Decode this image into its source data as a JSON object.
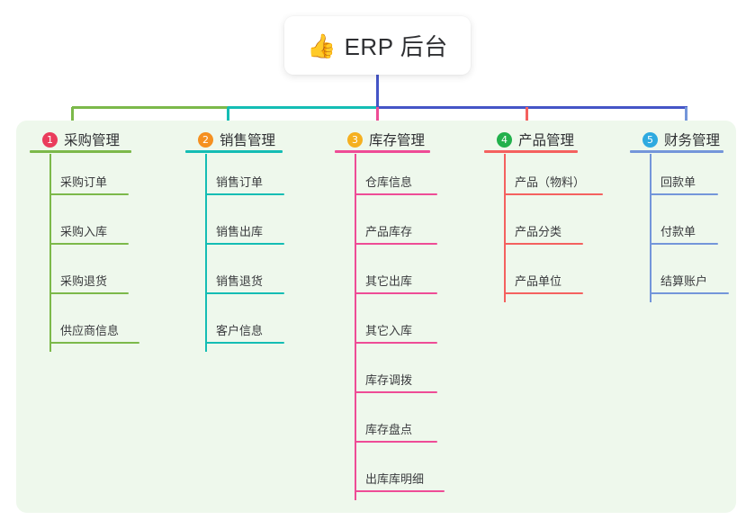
{
  "root": {
    "icon": "thumbs-up-emoji",
    "emoji": "👍",
    "label": "ERP 后台"
  },
  "theme": {
    "canvas_background": "#ffffff",
    "panel_background": "#eef8ec",
    "node_background": "#ffffff",
    "text_color": "#2f3033",
    "trunk_color": "#4455c7"
  },
  "chart_data": {
    "type": "diagram",
    "diagram_kind": "mind-map",
    "title": "ERP 后台",
    "branch_count": 5,
    "total_leaf_count": 20
  },
  "columns": [
    {
      "number": "1",
      "title": "采购管理",
      "badge_color": "#ea3c5c",
      "line_color": "#7cb94a",
      "items": [
        {
          "label": "采购订单",
          "rule_width": 88
        },
        {
          "label": "采购入库",
          "rule_width": 88
        },
        {
          "label": "采购退货",
          "rule_width": 88
        },
        {
          "label": "供应商信息",
          "rule_width": 100
        }
      ]
    },
    {
      "number": "2",
      "title": "销售管理",
      "badge_color": "#f59020",
      "line_color": "#14bdb4",
      "items": [
        {
          "label": "销售订单",
          "rule_width": 88
        },
        {
          "label": "销售出库",
          "rule_width": 88
        },
        {
          "label": "销售退货",
          "rule_width": 88
        },
        {
          "label": "客户信息",
          "rule_width": 88
        }
      ]
    },
    {
      "number": "3",
      "title": "库存管理",
      "badge_color": "#f5b020",
      "line_color": "#ee4c96",
      "items": [
        {
          "label": "仓库信息",
          "rule_width": 92
        },
        {
          "label": "产品库存",
          "rule_width": 92
        },
        {
          "label": "其它出库",
          "rule_width": 92
        },
        {
          "label": "其它入库",
          "rule_width": 92
        },
        {
          "label": "库存调拨",
          "rule_width": 92
        },
        {
          "label": "库存盘点",
          "rule_width": 92
        },
        {
          "label": "出库库明细",
          "rule_width": 100
        }
      ]
    },
    {
      "number": "4",
      "title": "产品管理",
      "badge_color": "#22b14c",
      "line_color": "#f4615f",
      "items": [
        {
          "label": "产品（物料）",
          "rule_width": 110
        },
        {
          "label": "产品分类",
          "rule_width": 88
        },
        {
          "label": "产品单位",
          "rule_width": 88
        }
      ]
    },
    {
      "number": "5",
      "title": "财务管理",
      "badge_color": "#2eaae0",
      "line_color": "#7496da",
      "items": [
        {
          "label": "回款单",
          "rule_width": 76
        },
        {
          "label": "付款单",
          "rule_width": 76
        },
        {
          "label": "结算账户",
          "rule_width": 88
        }
      ]
    }
  ]
}
